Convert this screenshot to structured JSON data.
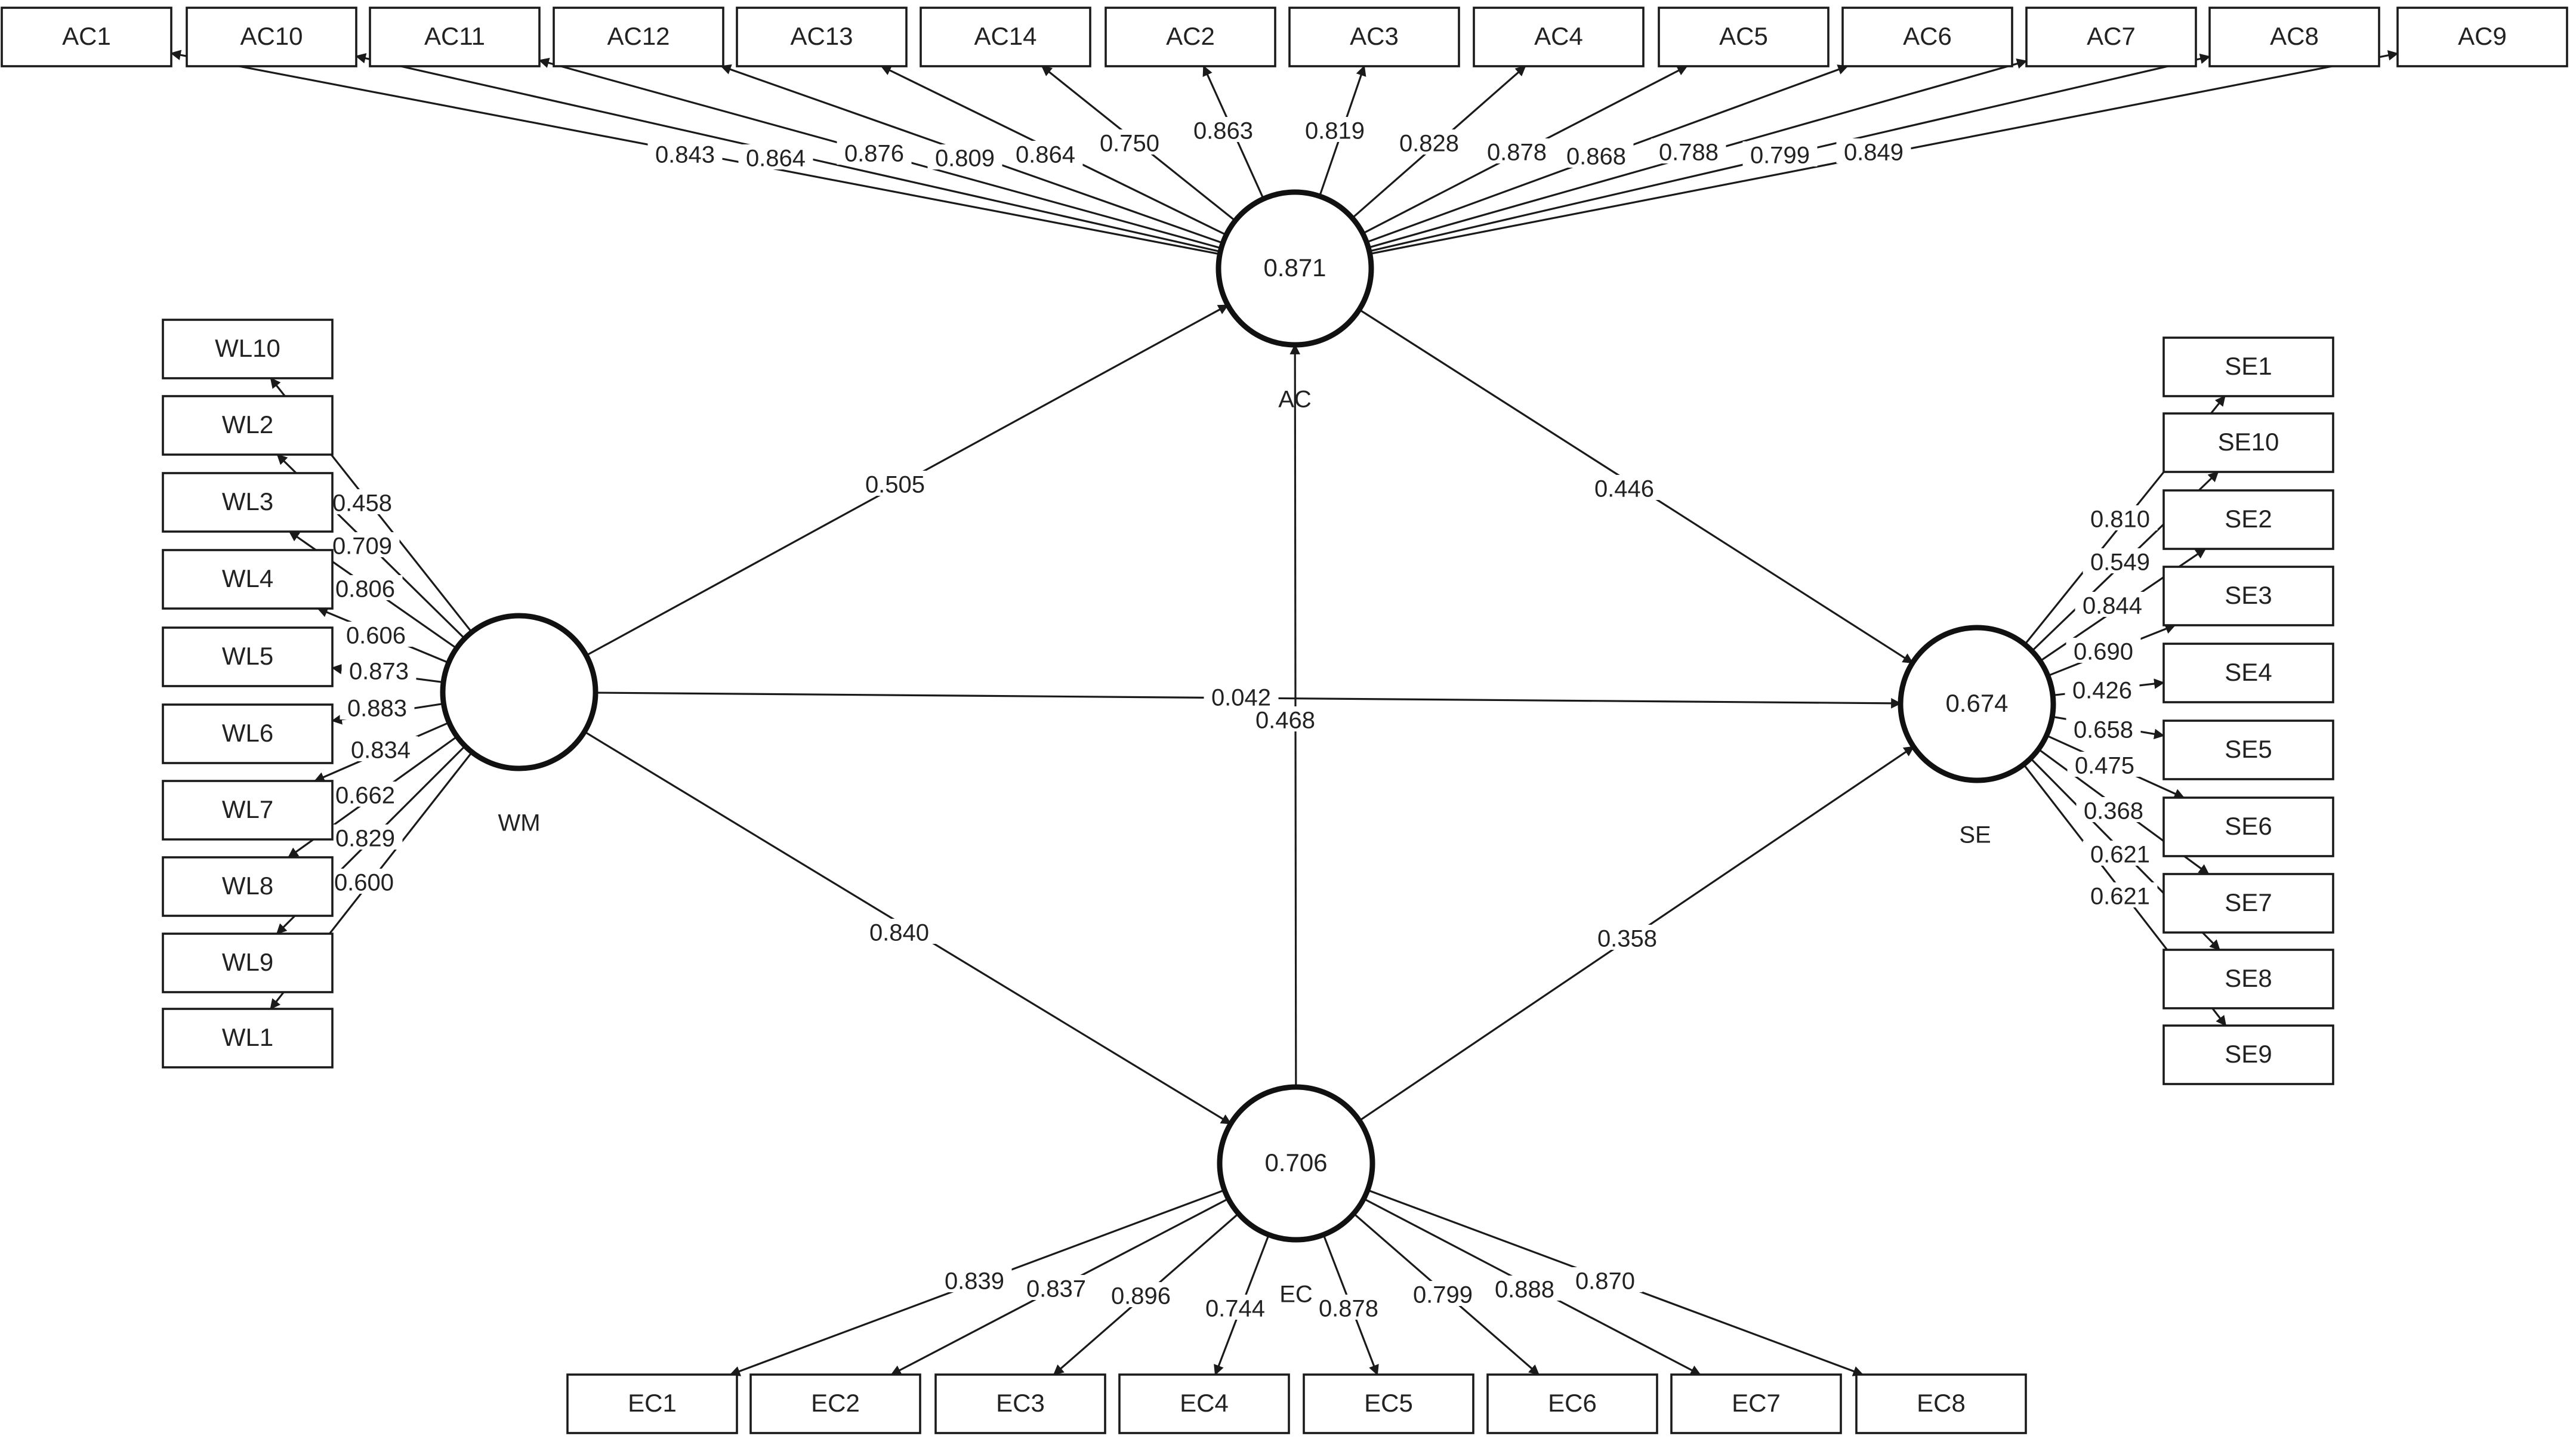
{
  "latents": [
    {
      "id": "AC",
      "name": "AC",
      "value": "0.871"
    },
    {
      "id": "WM",
      "name": "WM",
      "value": ""
    },
    {
      "id": "SE",
      "name": "SE",
      "value": "0.674"
    },
    {
      "id": "EC",
      "name": "EC",
      "value": "0.706"
    }
  ],
  "indicators": {
    "AC": [
      {
        "label": "AC1",
        "loading": "0.843"
      },
      {
        "label": "AC10",
        "loading": "0.864"
      },
      {
        "label": "AC11",
        "loading": "0.876"
      },
      {
        "label": "AC12",
        "loading": "0.809"
      },
      {
        "label": "AC13",
        "loading": "0.864"
      },
      {
        "label": "AC14",
        "loading": "0.750"
      },
      {
        "label": "AC2",
        "loading": "0.863"
      },
      {
        "label": "AC3",
        "loading": "0.819"
      },
      {
        "label": "AC4",
        "loading": "0.828"
      },
      {
        "label": "AC5",
        "loading": "0.878"
      },
      {
        "label": "AC6",
        "loading": "0.868"
      },
      {
        "label": "AC7",
        "loading": "0.788"
      },
      {
        "label": "AC8",
        "loading": "0.799"
      },
      {
        "label": "AC9",
        "loading": "0.849"
      }
    ],
    "WM": [
      {
        "label": "WL10",
        "loading": "0.458"
      },
      {
        "label": "WL2",
        "loading": "0.709"
      },
      {
        "label": "WL3",
        "loading": "0.806"
      },
      {
        "label": "WL4",
        "loading": "0.606"
      },
      {
        "label": "WL5",
        "loading": "0.873"
      },
      {
        "label": "WL6",
        "loading": "0.883"
      },
      {
        "label": "WL7",
        "loading": "0.834"
      },
      {
        "label": "WL8",
        "loading": "0.662"
      },
      {
        "label": "WL9",
        "loading": "0.829"
      },
      {
        "label": "WL1",
        "loading": "0.600"
      }
    ],
    "SE": [
      {
        "label": "SE1",
        "loading": "0.810"
      },
      {
        "label": "SE10",
        "loading": "0.549"
      },
      {
        "label": "SE2",
        "loading": "0.844"
      },
      {
        "label": "SE3",
        "loading": "0.690"
      },
      {
        "label": "SE4",
        "loading": "0.426"
      },
      {
        "label": "SE5",
        "loading": "0.658"
      },
      {
        "label": "SE6",
        "loading": "0.475"
      },
      {
        "label": "SE7",
        "loading": "0.368"
      },
      {
        "label": "SE8",
        "loading": "0.621"
      },
      {
        "label": "SE9",
        "loading": "0.621"
      }
    ],
    "EC": [
      {
        "label": "EC1",
        "loading": "0.839"
      },
      {
        "label": "EC2",
        "loading": "0.837"
      },
      {
        "label": "EC3",
        "loading": "0.896"
      },
      {
        "label": "EC4",
        "loading": "0.744"
      },
      {
        "label": "EC5",
        "loading": "0.878"
      },
      {
        "label": "EC6",
        "loading": "0.799"
      },
      {
        "label": "EC7",
        "loading": "0.888"
      },
      {
        "label": "EC8",
        "loading": "0.870"
      }
    ]
  },
  "paths": [
    {
      "from": "WM",
      "to": "AC",
      "coef": "0.505"
    },
    {
      "from": "WM",
      "to": "SE",
      "coef": "0.042"
    },
    {
      "from": "WM",
      "to": "EC",
      "coef": "0.840"
    },
    {
      "from": "AC",
      "to": "SE",
      "coef": "0.446"
    },
    {
      "from": "EC",
      "to": "AC",
      "coef": "0.468"
    },
    {
      "from": "EC",
      "to": "SE",
      "coef": "0.358"
    }
  ]
}
